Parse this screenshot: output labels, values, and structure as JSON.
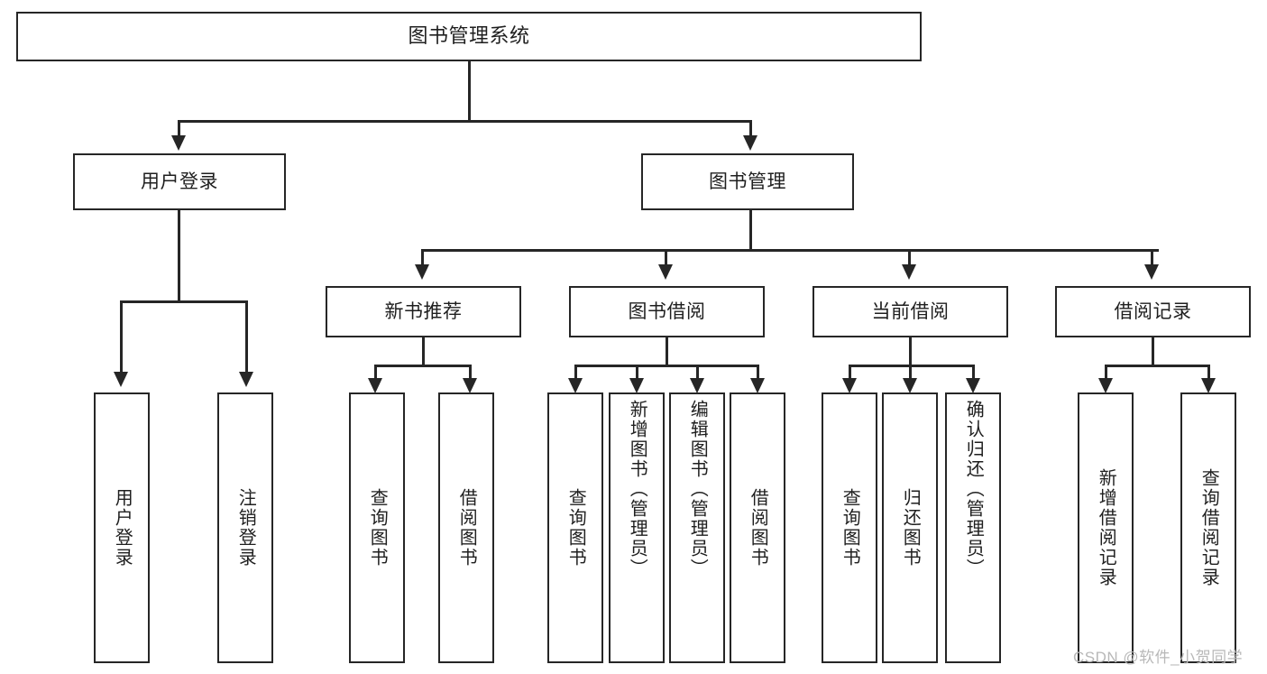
{
  "diagram": {
    "title": "图书管理系统",
    "watermark": "CSDN @软件_小贺同学",
    "line_color": "#262626",
    "box_fill": "#ffffff",
    "text_color": "#1f1f1f",
    "watermark_color": "#b8b8b8"
  },
  "nodes": {
    "root": "图书管理系统",
    "level2": {
      "user_login": "用户登录",
      "book_manage": "图书管理"
    },
    "level3": {
      "new_book_rec": "新书推荐",
      "book_borrow": "图书借阅",
      "current_borrow": "当前借阅",
      "borrow_record": "借阅记录"
    },
    "leaves": {
      "user_login_1": "用户登录",
      "user_login_2": "注销登录",
      "new_book_1": "查询图书",
      "new_book_2": "借阅图书",
      "borrow_1": "查询图书",
      "borrow_2": "新增图书（管理员）",
      "borrow_3": "编辑图书（管理员）",
      "borrow_4": "借阅图书",
      "current_1": "查询图书",
      "current_2": "归还图书",
      "current_3": "确认归还（管理员）",
      "record_1": "新增借阅记录",
      "record_2": "查询借阅记录"
    }
  }
}
